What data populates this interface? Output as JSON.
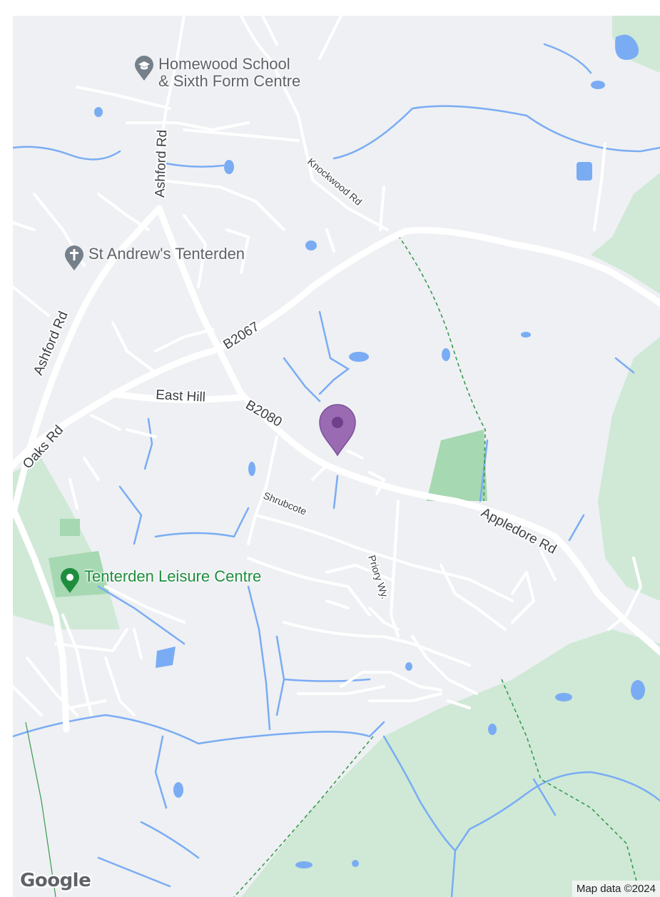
{
  "map": {
    "colors": {
      "land": "#eef0f3",
      "park": "#cfe9d6",
      "park_dark": "#a6d8b1",
      "water": "#7aacf4",
      "road": "#ffffff",
      "footpath": "#3a9a4f",
      "marker": "#9a6bb3",
      "marker_dot": "#6e3f8a"
    },
    "roads": {
      "b2067": "B2067",
      "b2080": "B2080",
      "ashford_rd_north": "Ashford Rd",
      "ashford_rd_west": "Ashford Rd",
      "knockwood_rd": "Knockwood Rd",
      "east_hill": "East Hill",
      "oaks_rd": "Oaks Rd",
      "appledore_rd": "Appledore Rd",
      "shrubcote": "Shrubcote",
      "priory_wy": "Priory Wy."
    },
    "pois": [
      {
        "name": "Homewood School\n& Sixth Form Centre",
        "icon": "school-cap-icon",
        "color": "#5f6368"
      },
      {
        "name": "St Andrew's Tenterden",
        "icon": "church-cross-icon",
        "color": "#5f6368"
      },
      {
        "name": "Tenterden Leisure Centre",
        "icon": "leisure-pin-icon",
        "color": "#1e8e3e"
      }
    ],
    "marker": {
      "icon": "location-pin-icon"
    },
    "logo": "Google",
    "attribution": "Map data ©2024"
  }
}
